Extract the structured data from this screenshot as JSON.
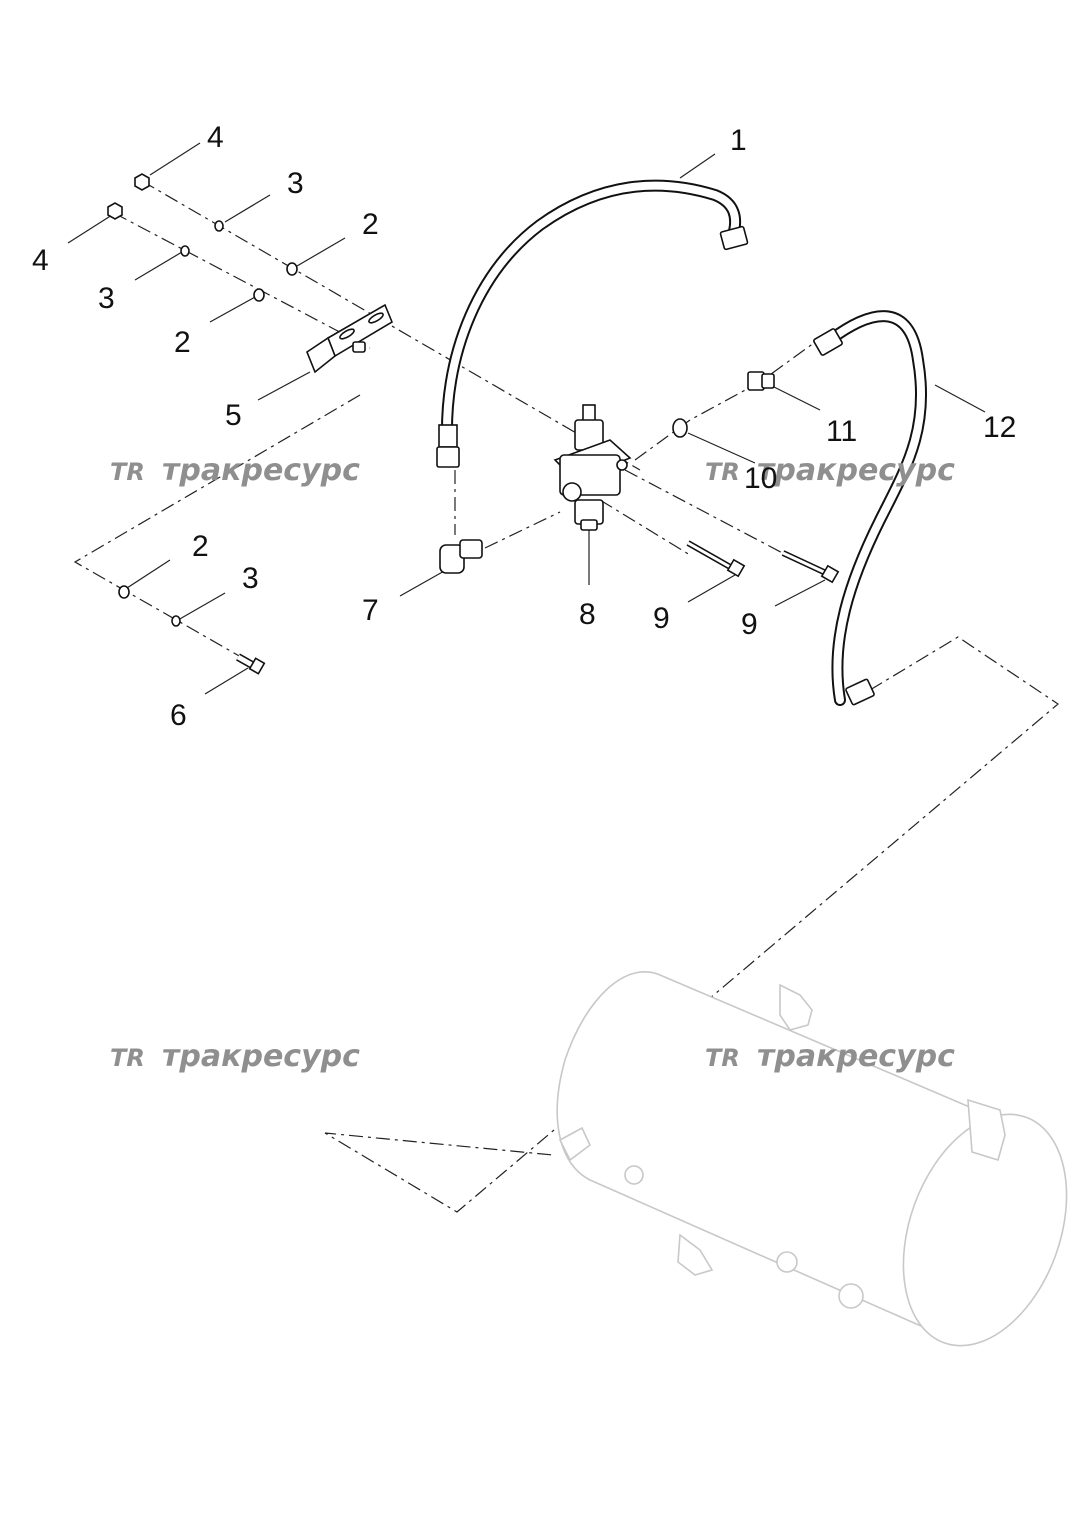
{
  "callouts": {
    "c1": "1",
    "c2a": "2",
    "c2b": "2",
    "c2c": "2",
    "c3a": "3",
    "c3b": "3",
    "c3c": "3",
    "c4a": "4",
    "c4b": "4",
    "c5": "5",
    "c6": "6",
    "c7": "7",
    "c8": "8",
    "c9a": "9",
    "c9b": "9",
    "c10": "10",
    "c11": "11",
    "c12": "12"
  },
  "watermarks": [
    {
      "logo": "TR",
      "text": "тракресурс"
    },
    {
      "logo": "TR",
      "text": "тракресурс"
    },
    {
      "logo": "TR",
      "text": "тракресурс"
    },
    {
      "logo": "TR",
      "text": "тракресурс"
    }
  ],
  "colors": {
    "line": "#111111",
    "watermark": "#8f8f8f",
    "ghost_tank": "#c8c8c8"
  }
}
